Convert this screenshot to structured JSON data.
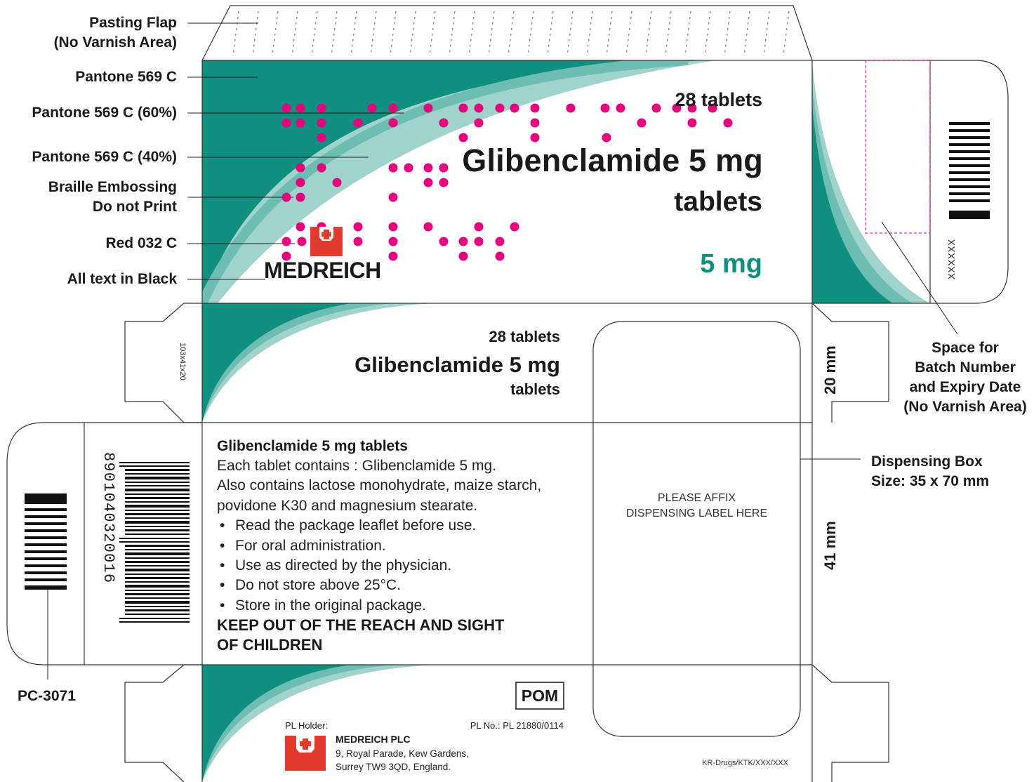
{
  "colors": {
    "teal": "#0f8f7f",
    "teal60": "#6dbdb3",
    "teal40": "#9fd3cc",
    "braille": "#e6007e",
    "red": "#e23b2e",
    "ink": "#1a1a1a"
  },
  "callouts_left": {
    "pasting_flap": [
      "Pasting Flap",
      "(No Varnish Area)"
    ],
    "pantone": "Pantone 569 C",
    "pantone60": "Pantone 569 C (60%)",
    "pantone40": "Pantone 569 C (40%)",
    "braille": [
      "Braille Embossing",
      "Do not Print"
    ],
    "red": "Red 032 C",
    "black_text": "All text in Black"
  },
  "callouts_right": {
    "batch": [
      "Space for",
      "Batch Number",
      "and Expiry Date",
      "(No Varnish Area)"
    ],
    "dispensing_box": [
      "Dispensing Box",
      "Size: 35 x 70 mm"
    ]
  },
  "pc_code": "PC-3071",
  "dimensions": {
    "d20": "20 mm",
    "d41": "41 mm",
    "flap_code": "103x41x20"
  },
  "front": {
    "count": "28 tablets",
    "name": "Glibenclamide 5 mg",
    "form": "tablets",
    "strength": "5 mg",
    "brand": "MEDREICH"
  },
  "end_flap": {
    "code": "XXXXXX"
  },
  "side": {
    "count": "28 tablets",
    "name": "Glibenclamide 5 mg",
    "form": "tablets"
  },
  "back": {
    "heading": "Glibenclamide 5 mg tablets",
    "lines": [
      "Each tablet contains : Glibenclamide 5 mg.",
      "Also contains lactose monohydrate, maize starch,",
      "povidone K30 and magnesium stearate."
    ],
    "bullets": [
      "Read the package leaflet before use.",
      "For oral administration.",
      "Use as directed by the physician.",
      "Do not store above 25°C.",
      "Store in the original package."
    ],
    "warning": [
      "KEEP OUT OF THE REACH AND SIGHT",
      "OF CHILDREN"
    ],
    "barcode_digits": "8901040320016"
  },
  "dispensing": {
    "text": [
      "PLEASE AFFIX",
      "DISPENSING LABEL HERE"
    ]
  },
  "bottom": {
    "pom": "POM",
    "pl_holder": "PL Holder:",
    "pl_no": "PL No.: PL 21880/0114",
    "company": "MEDREICH PLC",
    "address": [
      "9, Royal Parade, Kew Gardens,",
      "Surrey TW9 3QD, England."
    ],
    "artwork_code": "KR-Drugs/KTK/XXX/XXX"
  }
}
